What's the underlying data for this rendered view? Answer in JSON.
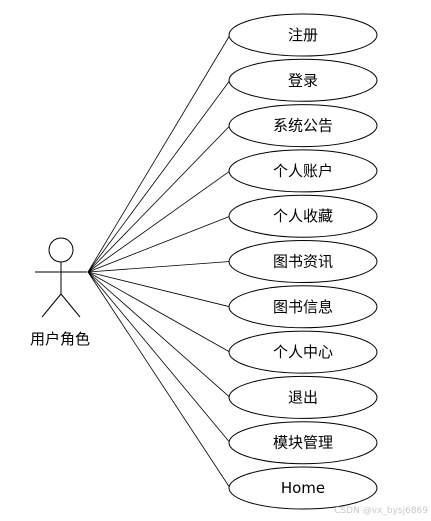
{
  "actor": {
    "label": "用户角色"
  },
  "use_cases": [
    "注册",
    "登录",
    "系统公告",
    "个人账户",
    "个人收藏",
    "图书资讯",
    "图书信息",
    "个人中心",
    "退出",
    "模块管理",
    "Home"
  ],
  "watermark": "CSDN @vx_bysj6869"
}
